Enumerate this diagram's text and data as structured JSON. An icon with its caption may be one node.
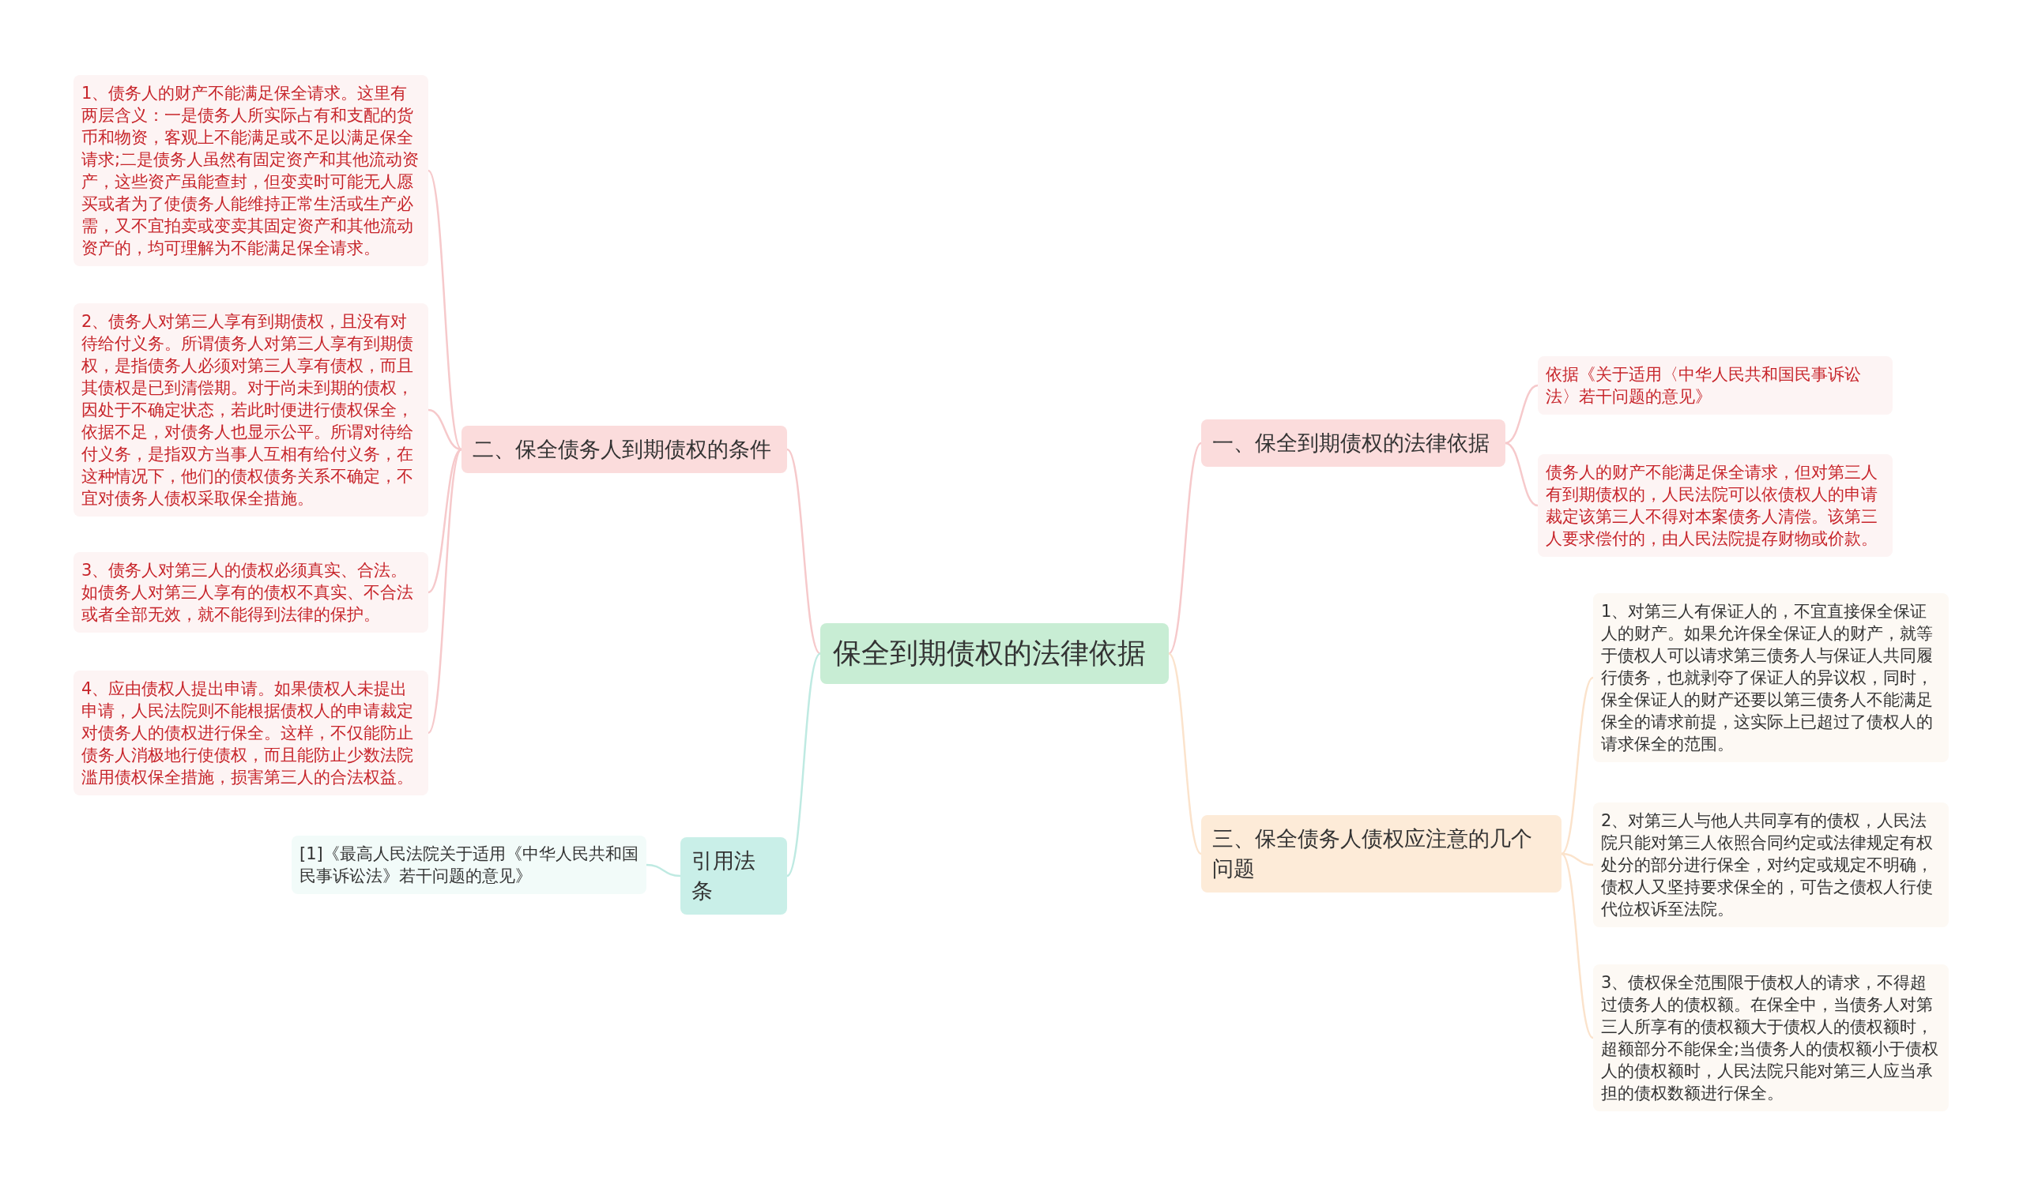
{
  "diagram": {
    "nodes": [
      {
        "text": [
          "保全到期债权的法律依据"
        ]
      },
      {
        "text": [
          "一、保全到期债权的法律依据"
        ]
      },
      {
        "text": [
          "依据《关于适用〈中华人民共和国民事诉讼法〉若干问题的意见》"
        ]
      },
      {
        "text": [
          "债务人的财产不能满足保全请求，但对第三人有到期债权的，人民法院可以依债权人的申请裁定该第三人不得对本案债务人清偿。该第三人要求偿付的，由人民法院提存财物或价款。"
        ]
      },
      {
        "text": [
          "三、保全债务人债权应注意的几个问题"
        ]
      },
      {
        "text": [
          "1、对第三人有保证人的，不宜直接保全保证人的财产。如果允许保全保证人的财产，就等于债权人可以请求第三债务人与保证人共同履行债务，也就剥夺了保证人的异议权，同时，保全保证人的财产还要以第三债务人不能满足保全的请求前提，这实际上已超过了债权人的请求保全的范围。"
        ]
      },
      {
        "text": [
          "2、对第三人与他人共同享有的债权，人民法院只能对第三人依照合同约定或法律规定有权处分的部分进行保全，对约定或规定不明确，债权人又坚持要求保全的，可告之债权人行使代位权诉至法院。"
        ]
      },
      {
        "text": [
          "3、债权保全范围限于债权人的请求，不得超过债务人的债权额。在保全中，当债务人对第三人所享有的债权额大于债权人的债权额时，超额部分不能保全;当债务人的债权额小于债权人的债权额时，人民法院只能对第三人应当承担的债权数额进行保全。"
        ]
      },
      {
        "text": [
          "二、保全债务人到期债权的条件"
        ]
      },
      {
        "text": [
          "1、债务人的财产不能满足保全请求。这里有两层含义：一是债务人所实际占有和支配的货币和物资，客观上不能满足或不足以满足保全请求;二是债务人虽然有固定资产和其他流动资产，这些资产虽能查封，但变卖时可能无人愿买或者为了使债务人能维持正常生活或生产必需，又不宜拍卖或变卖其固定资产和其他流动资产的，均可理解为不能满足保全请求。"
        ]
      },
      {
        "text": [
          "2、债务人对第三人享有到期债权，且没有对待给付义务。所谓债务人对第三人享有到期债权，是指债务人必须对第三人享有债权，而且其债权是已到清偿期。对于尚未到期的债权，因处于不确定状态，若此时便进行债权保全，依据不足，对债务人也显示公平。所谓对待给付义务，是指双方当事人互相有给付义务，在这种情况下，他们的债权债务关系不确定，不宜对债务人债权采取保全措施。"
        ]
      },
      {
        "text": [
          "3、债务人对第三人的债权必须真实、合法。如债务人对第三人享有的债权不真实、不合法或者全部无效，就不能得到法律的保护。"
        ]
      },
      {
        "text": [
          "4、应由债权人提出申请。如果债权人未提出申请，人民法院则不能根据债权人的申请裁定对债务人的债权进行保全。这样，不仅能防止债务人消极地行使债权，而且能防止少数法院滥用债权保全措施，损害第三人的合法权益。"
        ]
      },
      {
        "text": [
          "引用法条"
        ]
      },
      {
        "text": [
          "[1]《最高人民法院关于适用《中华人民共和国民事诉讼法》若干问题的意见》"
        ]
      }
    ],
    "edges": [
      {
        "from": 0,
        "to": 1,
        "arrow": "none"
      },
      {
        "from": 1,
        "to": 2,
        "arrow": "none"
      },
      {
        "from": 1,
        "to": 3,
        "arrow": "none"
      },
      {
        "from": 0,
        "to": 4,
        "arrow": "none",
        "color": "#fbe3cc"
      },
      {
        "from": 4,
        "to": 5,
        "arrow": "none",
        "color": "#fbe3cc"
      },
      {
        "from": 4,
        "to": 6,
        "arrow": "none",
        "color": "#fbe3cc"
      },
      {
        "from": 4,
        "to": 7,
        "arrow": "none",
        "color": "#fbe3cc"
      },
      {
        "from": 0,
        "to": 8,
        "arrow": "none"
      },
      {
        "from": 8,
        "to": 9,
        "arrow": "none"
      },
      {
        "from": 8,
        "to": 10,
        "arrow": "none"
      },
      {
        "from": 8,
        "to": 11,
        "arrow": "none"
      },
      {
        "from": 8,
        "to": 12,
        "arrow": "none"
      },
      {
        "from": 0,
        "to": 13,
        "arrow": "none",
        "color": "#bfeae2"
      },
      {
        "from": 13,
        "to": 14,
        "arrow": "none",
        "color": "#bfeae2"
      }
    ]
  }
}
